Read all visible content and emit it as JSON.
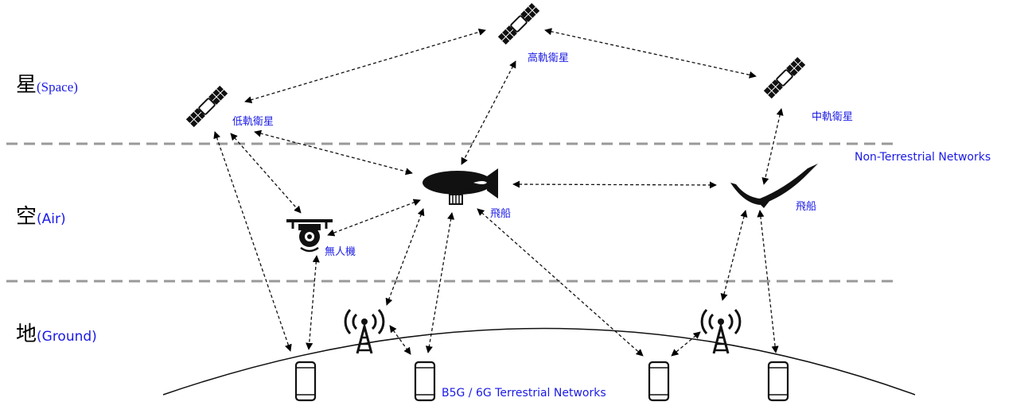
{
  "layers": {
    "space": {
      "zh": "星",
      "en": "(Space)"
    },
    "air": {
      "zh": "空",
      "en": "(Air)"
    },
    "ground": {
      "zh": "地",
      "en": "(Ground)"
    }
  },
  "nodes": {
    "leo_satellite": "低軌衛星",
    "geo_satellite": "高軌衛星",
    "meo_satellite": "中軌衛星",
    "airship_left": "飛船",
    "airship_right": "飛船",
    "drone": "無人機"
  },
  "networks": {
    "non_terrestrial": "Non-Terrestrial Networks",
    "terrestrial": "B5G / 6G Terrestrial Networks"
  },
  "colors": {
    "label": "#1a1ae6",
    "divider": "#999999",
    "icon": "#000000"
  }
}
